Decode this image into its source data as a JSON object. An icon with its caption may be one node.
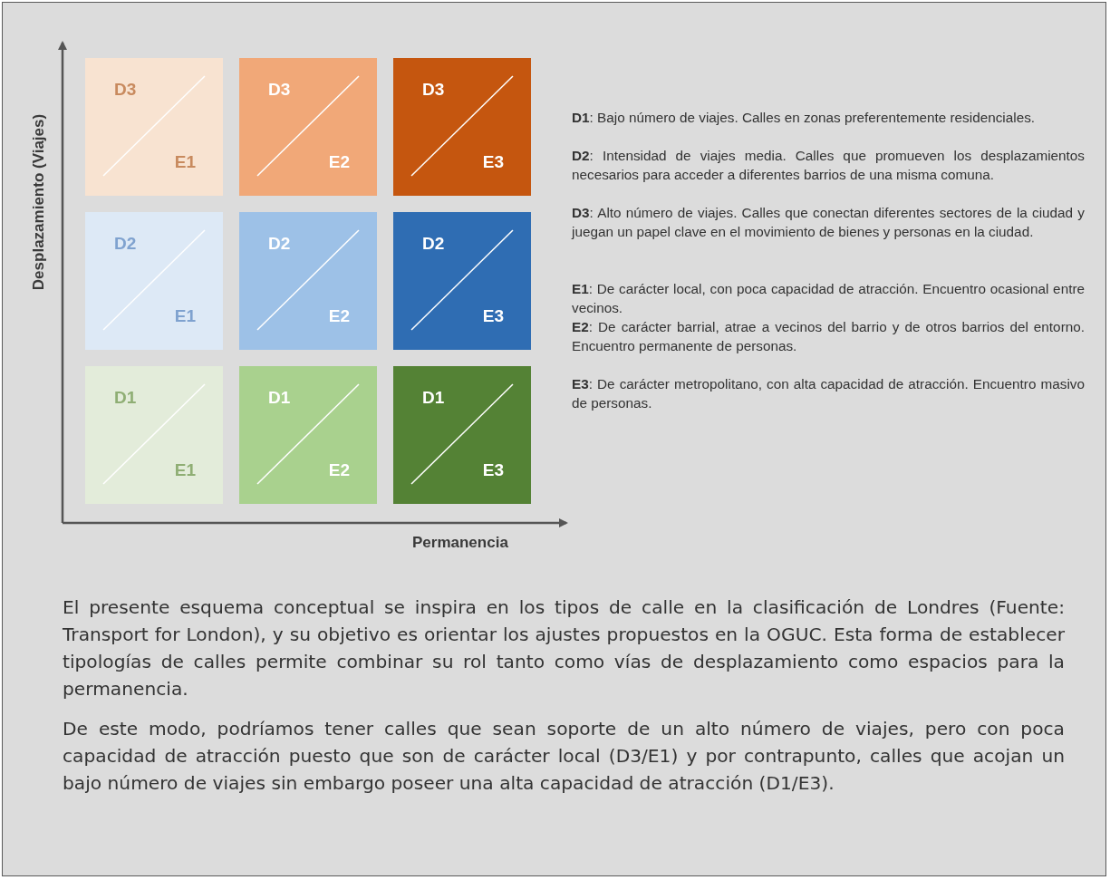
{
  "diagram": {
    "nodes": [
      {
        "text": [
          "D3",
          "E1"
        ]
      },
      {
        "text": [
          "D3",
          "E2"
        ]
      },
      {
        "text": [
          "D3",
          "E3"
        ]
      },
      {
        "text": [
          "D2",
          "E1"
        ]
      },
      {
        "text": [
          "D2",
          "E2"
        ]
      },
      {
        "text": [
          "D2",
          "E3"
        ]
      },
      {
        "text": [
          "D1",
          "E1"
        ]
      },
      {
        "text": [
          "D1",
          "E2"
        ]
      },
      {
        "text": [
          "D1",
          "E3"
        ]
      }
    ],
    "labels": [
      "Desplazamiento (Viajes)",
      "Permanencia",
      "**D1**: Bajo número de viajes. Calles en zonas preferentemente residenciales.",
      "**D2**: Intensidad de viajes media. Calles que promueven los desplazamientos necesarios para acceder a diferentes barrios de una misma comuna.",
      "**D3**: Alto número de viajes. Calles que conectan diferentes sectores de la ciudad y juegan un papel clave en el movimiento de bienes y personas en la ciudad.",
      "**E1**: De carácter local, con poca capacidad de atracción. Encuentro ocasional entre vecinos.",
      "**E2**: De carácter barrial, atrae a vecinos del barrio y de otros barrios del entorno. Encuentro permanente de personas.",
      "**E3**: De carácter metropolitano, con alta capacidad de atracción. Encuentro masivo de personas.",
      "El presente esquema conceptual se inspira en los tipos de calle en la clasificación de Londres (Fuente: Transport for London), y su objetivo es orientar los ajustes propuestos en la OGUC. Esta forma de establecer tipologías de calles permite combinar su rol tanto como vías de desplazamiento como espacios para la permanencia.",
      "De este modo, podríamos tener calles que sean soporte de un alto número de viajes, pero con poca capacidad de atracción puesto que son de carácter local (D3/E1) y por contrapunto, calles que acojan un bajo número de viajes sin embargo poseer una alta capacidad de atracción (D1/E3)."
    ]
  }
}
